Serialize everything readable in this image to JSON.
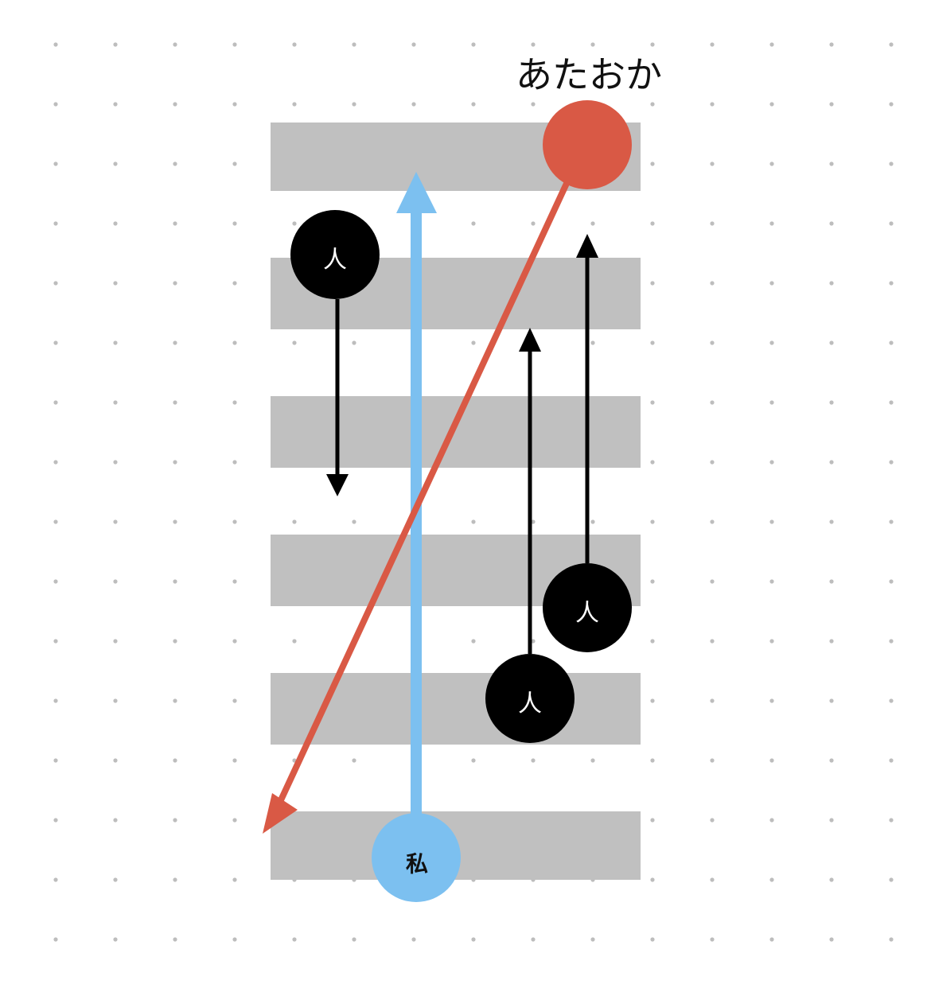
{
  "labels": {
    "atari": "あたおか",
    "me": "私",
    "person_a": "人",
    "person_b": "人",
    "person_c": "人"
  },
  "colors": {
    "background": "#ffffff",
    "grid_dot": "#bdbdbd",
    "stripe": "#c0c0c0",
    "atari": "#d95945",
    "me": "#7cc0f0",
    "person": "#000000",
    "person_text": "#ffffff",
    "me_text": "#111111",
    "title_text": "#111111"
  }
}
